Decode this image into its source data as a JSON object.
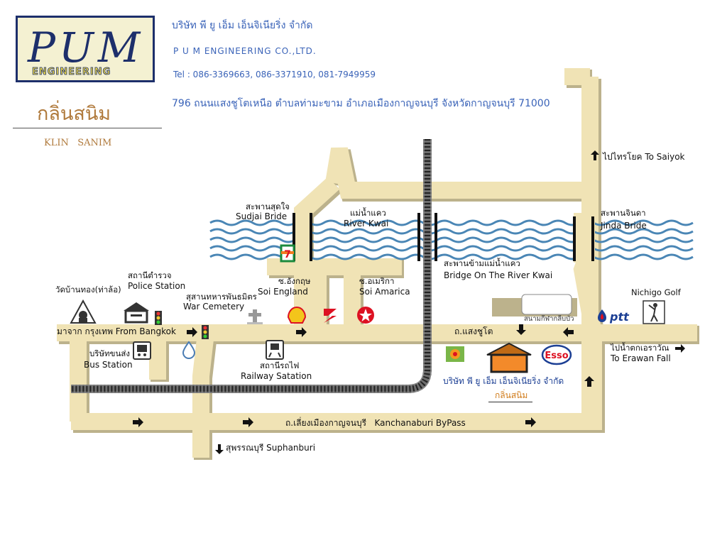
{
  "company": {
    "logo_text": "PUM",
    "logo_subtext": "ENGINEERING",
    "name_th": "บริษัท พี ยู เอ็ม เอ็นจิเนียริ่ง จำกัด",
    "name_en": "P U M  ENGINEERING CO.,LTD.",
    "tel": "Tel : 086-3369663, 086-3371910, 081-7949959",
    "address": "796 ถนนแสงชูโตเหนือ ตำบลท่ามะขาม อำเภอเมืองกาญจนบุรี จังหวัดกาญจนบุรี 71000",
    "brand_th": "กลิ่นสนิม",
    "brand_en": "KLIN   SANIM"
  },
  "labels": {
    "to_saiyok": "ไปไทรโยค To Saiyok",
    "jinda_th": "สะพานจินดา",
    "jinda_en": "Jinda Bride",
    "sudjai_th": "สะพานสุดใจ",
    "sudjai_en": "Sudjai Bride",
    "river_th": "แม่น้ำแคว",
    "river_en": "River Kwai",
    "bridge_kwai_th": "สะพานข้ามแม่น้ำแคว",
    "bridge_kwai_en": "Bridge On The River Kwai",
    "nichigo": "Nichigo Golf",
    "temple": "วัดบ้านทอง(ท่าล้อ)",
    "police_th": "สถานีตำรวจ",
    "police_en": "Police Station",
    "england_th": "ซ.อังกฤษ",
    "england_en": "Soi England",
    "america_th": "ซ.อเมริกา",
    "america_en": "Soi Amarica",
    "cemetery_th": "สุสานทหารพันธมิตร",
    "cemetery_en": "War Cemetery",
    "racecourse_th": "สนามกีฬากลีบบัว",
    "from_bangkok": "มาจาก กรุงเทพ From Bangkok",
    "saeng_chuto": "ถ.แสงชูโต",
    "to_erawan_th": "ไปน้ำตกเอราวัณ",
    "to_erawan_en": "To Erawan Fall",
    "bus_th": "บริษัทขนส่ง",
    "bus_en": "Bus Station",
    "rail_th": "สถานีรถไฟ",
    "rail_en": "Railway Satation",
    "company_map": "บริษัท  พี  ยู  เอ็ม  เอ็นจิเนียริ่ง  จำกัด",
    "company_map_sub": "กลิ่นสนิม",
    "bypass": "ถ.เลี่ยงเมืองกาญจนบุรี   Kanchanaburi ByPass",
    "suphanburi": "สุพรรณบุรี Suphanburi",
    "ptt": "ptt",
    "esso": "Esso",
    "seven": "7"
  },
  "colors": {
    "road": "#f0e3b5",
    "road_edge": "#c4b994",
    "water": "#4a86b5",
    "header_text": "#3a63b8",
    "brand": "#b07a3c"
  },
  "icons": [
    "temple-icon",
    "police-icon",
    "traffic-light-icon",
    "cemetery-cross-icon",
    "shell-icon",
    "suzuki-icon",
    "caltex-icon",
    "ptt-icon",
    "golf-icon",
    "bus-icon",
    "train-icon",
    "water-drop-icon",
    "seven-eleven-icon",
    "esso-icon",
    "house-icon",
    "arrow-icon"
  ]
}
